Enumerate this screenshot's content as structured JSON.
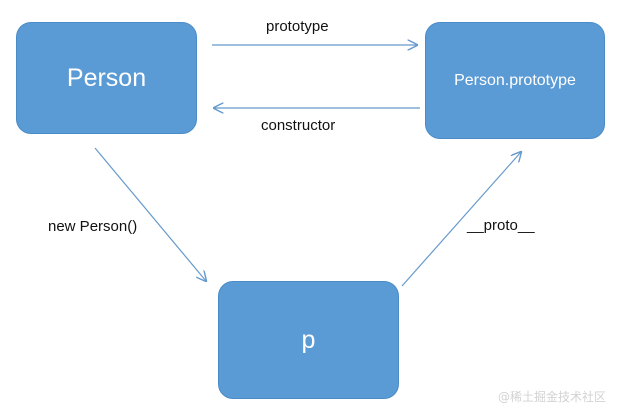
{
  "diagram": {
    "title": "JavaScript prototype chain diagram",
    "colors": {
      "node_fill": "#5B9BD5",
      "node_border": "#4A8CC7",
      "node_text": "#FFFFFF",
      "edge_stroke": "#6699CC",
      "label_text": "#111111",
      "background": "#FFFFFF",
      "watermark_text": "#D2D2D2"
    },
    "nodes": [
      {
        "id": "person",
        "label": "Person"
      },
      {
        "id": "person_prototype",
        "label": "Person.prototype"
      },
      {
        "id": "p",
        "label": "p"
      }
    ],
    "edges": [
      {
        "id": "prototype",
        "label": "prototype",
        "from": "Person",
        "to": "Person.prototype",
        "direction": "right"
      },
      {
        "id": "constructor",
        "label": "constructor",
        "from": "Person.prototype",
        "to": "Person",
        "direction": "left"
      },
      {
        "id": "new_person",
        "label": "new Person()",
        "from": "Person",
        "to": "p",
        "direction": "down-right"
      },
      {
        "id": "proto",
        "label": "__proto__",
        "from": "p",
        "to": "Person.prototype",
        "direction": "up-right"
      }
    ],
    "watermark": "@稀土掘金技术社区"
  }
}
